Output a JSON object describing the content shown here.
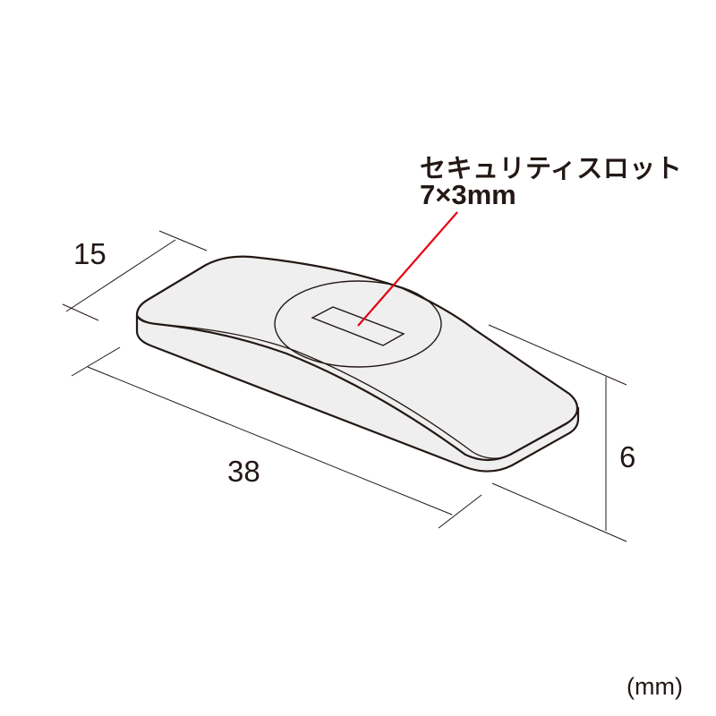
{
  "callout": {
    "title": "セキュリティスロット",
    "size": "7×3mm",
    "leader_color": "#e60012"
  },
  "dimensions": {
    "width": "15",
    "length": "38",
    "height": "6"
  },
  "unit": "(mm)",
  "colors": {
    "body_fill": "#efefef",
    "outline": "#231815",
    "dimension_line": "#231815",
    "background": "#ffffff"
  }
}
